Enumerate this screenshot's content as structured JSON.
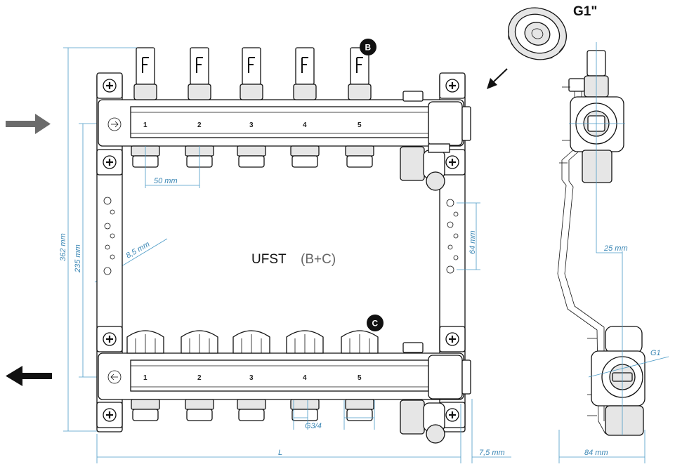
{
  "title": "UFST",
  "subtitle": "(B+C)",
  "thread_label": "G1\"",
  "badges": {
    "b": "B",
    "c": "C"
  },
  "dimensions": {
    "spacing": "50 mm",
    "total_height": "362 mm",
    "inner_height": "235 mm",
    "hole_diameter": "8,5 mm",
    "bracket_spacing": "64 mm",
    "side_offset": "25 mm",
    "side_thread": "G1",
    "length": "L",
    "end_offset": "7,5 mm",
    "depth": "84 mm",
    "outlet_thread": "G3/4"
  },
  "port_numbers": [
    "1",
    "2",
    "3",
    "4",
    "5"
  ],
  "arrows": {
    "supply_color": "#6b6b6b",
    "return_color": "#111111"
  }
}
